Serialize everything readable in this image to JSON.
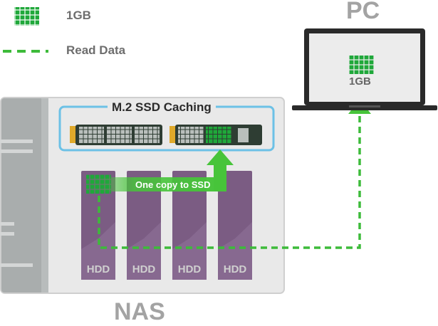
{
  "legend": {
    "size_label": "1GB",
    "read_label": "Read Data"
  },
  "pc": {
    "label": "PC",
    "data_size": "1GB"
  },
  "nas": {
    "label": "NAS",
    "cache_title": "M.2 SSD Caching",
    "copy_label": "One copy to SSD",
    "drives": [
      "HDD",
      "HDD",
      "HDD",
      "HDD"
    ]
  },
  "colors": {
    "data_green": "#1fa83a",
    "arrow_green": "#47c43a",
    "path_green": "#3dbb3a",
    "nas_body": "#e9e9e9",
    "nas_rack": "#a9adad",
    "cache_border": "#6cc1e6",
    "hdd_purple": "#7b5c83",
    "ssd_dark": "#2e3d33",
    "ssd_chip": "#b9bfbc",
    "label_grey": "#a3a3a3"
  }
}
